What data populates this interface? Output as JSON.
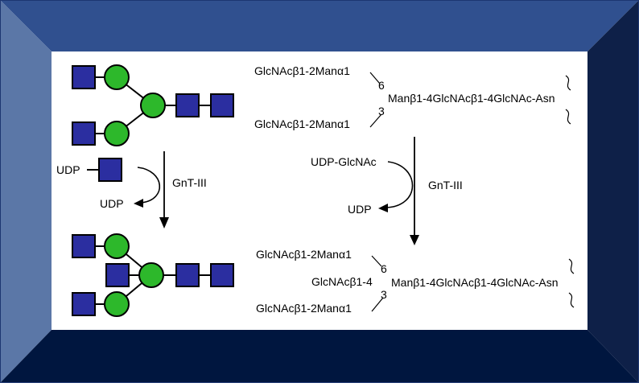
{
  "colors": {
    "frame_top": "#30508f",
    "frame_left": "#5b77a7",
    "frame_right": "#0e2048",
    "frame_bottom": "#00163f",
    "frame_edge": "#1d3671",
    "panel": "#ffffff",
    "glcnac_square": "#2b2ea0",
    "mannose_circle": "#2db82b",
    "line": "#000000"
  },
  "symbolic": {
    "udp_label": "UDP",
    "enzyme_label": "GnT-III",
    "udp_product_label": "UDP"
  },
  "text_scheme": {
    "top": {
      "branch_upper": "GlcNAcβ1-2Manα1",
      "branch_lower": "GlcNAcβ1-2Manα1",
      "pos_6": "6",
      "pos_3": "3",
      "core": "Manβ1-4GlcNAcβ1-4GlcNAc-Asn"
    },
    "donor_label": "UDP-GlcNAc",
    "enzyme_label": "GnT-III",
    "udp_label": "UDP",
    "bottom": {
      "branch_upper": "GlcNAcβ1-2Manα1",
      "bisect": "GlcNAcβ1-4",
      "branch_lower": "GlcNAcβ1-2Manα1",
      "pos_6": "6",
      "pos_3": "3",
      "core": "Manβ1-4GlcNAcβ1-4GlcNAc-Asn"
    }
  }
}
